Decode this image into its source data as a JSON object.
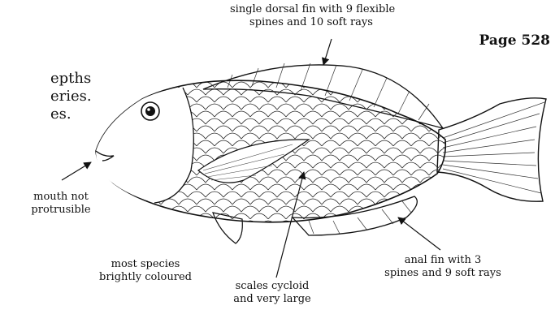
{
  "page_label": "Page 528",
  "side_text": [
    "epths",
    "eries.",
    "es."
  ],
  "labels": {
    "dorsal_fin": [
      "single dorsal fin with 9 flexible",
      "spines and 10 soft rays"
    ],
    "mouth": [
      "mouth not",
      "protrusible"
    ],
    "colour": [
      "most species",
      "brightly coloured"
    ],
    "scales": [
      "scales cycloid",
      "and very large"
    ],
    "anal_fin": [
      "anal fin with 3",
      "spines and 9 soft rays"
    ]
  }
}
